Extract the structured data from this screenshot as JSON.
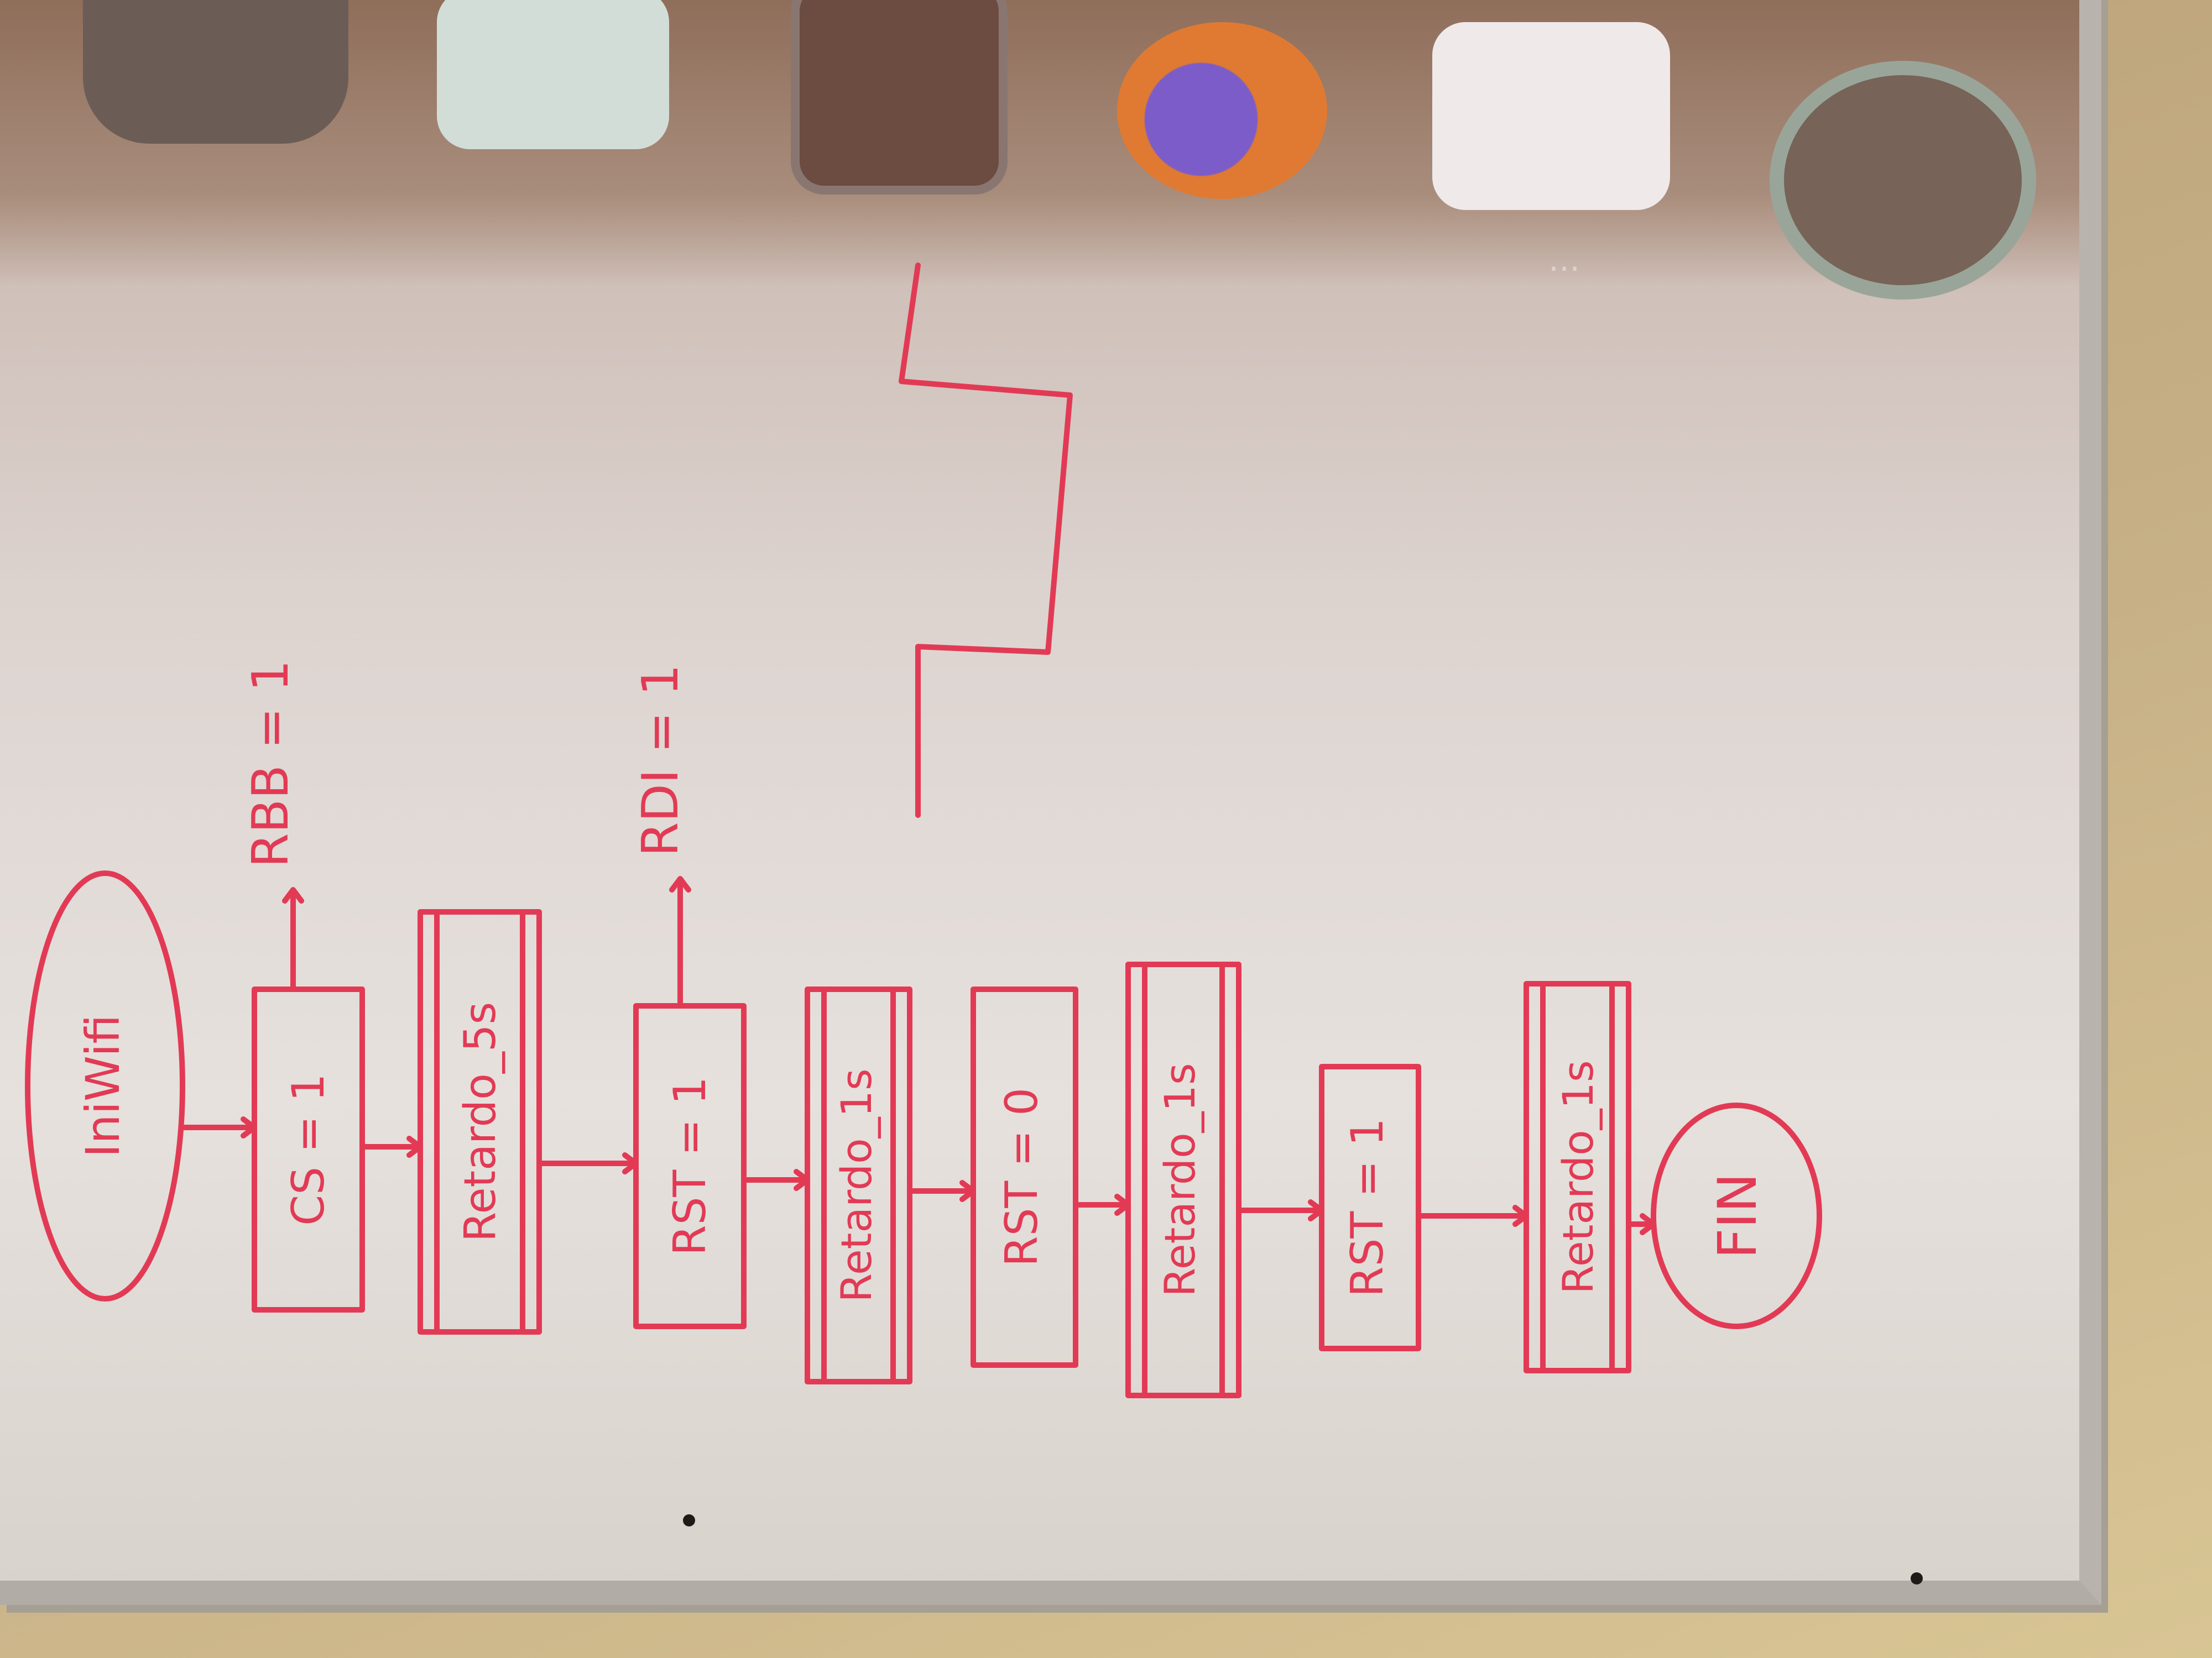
{
  "diagram": {
    "start_label": "IniWifi",
    "steps": [
      "CS = 1",
      "Retardo_5s",
      "RST = 1",
      "Retardo_1s",
      "RST = 0",
      "Retardo_1s",
      "RST = 1",
      "Retardo_1s"
    ],
    "end_label": "FIN",
    "notes": [
      "RBB = 1",
      "RDI = 1"
    ]
  },
  "projected_taskbar": {
    "icons": [
      "mplab-x-ide-icon",
      "circuit-schematic-icon",
      "terminal-icon",
      "firefox-icon",
      "pdf-reader-icon",
      "software-updater-icon"
    ],
    "overflow_indicator": "..."
  },
  "colors": {
    "ink": "#e23a55",
    "board": "#e6e1dd",
    "frame": "#b8b4ad",
    "wall": "#cdb987"
  }
}
